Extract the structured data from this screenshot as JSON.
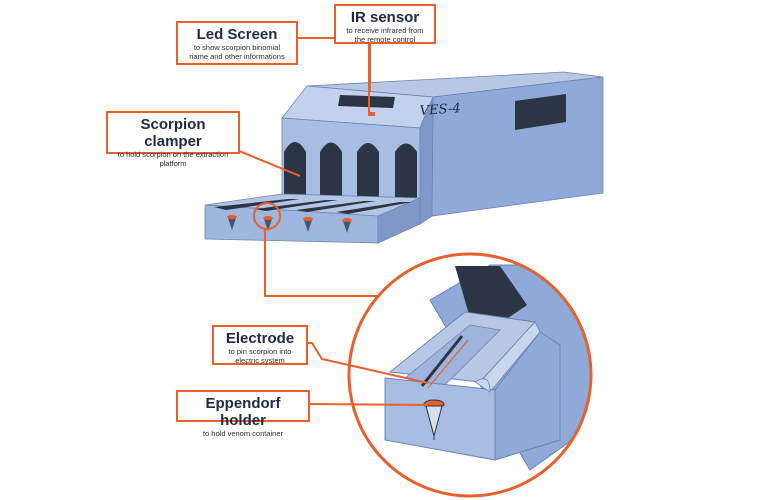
{
  "device": {
    "logo_text": "VES-4",
    "body_color": "#8fa9d9",
    "dark_color": "#2c3544",
    "accent_color": "#e8602c"
  },
  "labels": {
    "led_screen": {
      "title": "Led Screen",
      "description": "to show scorpion binomial name and other informations"
    },
    "ir_sensor": {
      "title": "IR sensor",
      "description": "to receive infrared from the remote control"
    },
    "scorpion_clamper": {
      "title": "Scorpion clamper",
      "description": "to hold scorpion on the extraction platform"
    },
    "electrode": {
      "title": "Electrode",
      "description": "to pin scorpion into electric system"
    },
    "eppendorf_holder": {
      "title": "Eppendorf holder",
      "description": "to hold venom container"
    }
  }
}
